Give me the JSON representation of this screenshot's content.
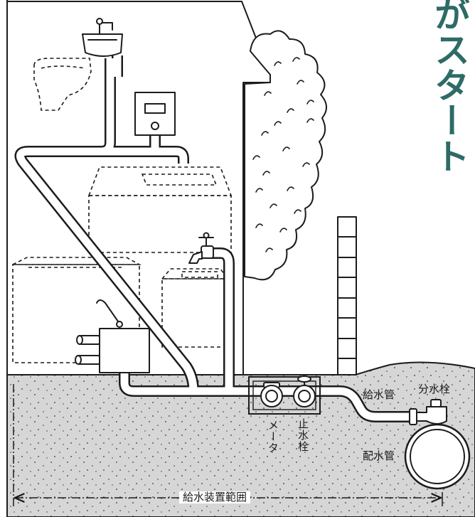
{
  "title_vertical": "がスタート",
  "labels": {
    "supply_pipe": "給水管",
    "branch_valve": "分水栓",
    "meter": "メータ",
    "stop_valve": "止水栓",
    "distribution_main": "配水管",
    "service_range": "給水装置範囲"
  },
  "colors": {
    "title": "#2e6b66",
    "ground": "#d6d6d6",
    "ink": "#1c1c1c"
  }
}
